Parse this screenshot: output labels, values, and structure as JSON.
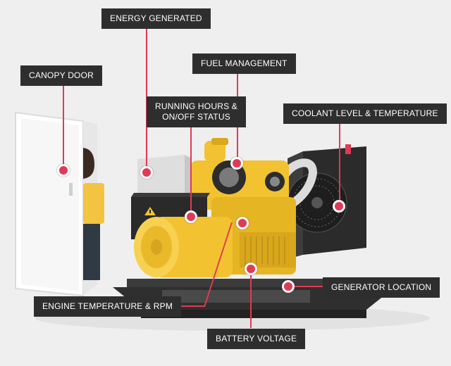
{
  "labels": {
    "energy_generated": "ENERGY GENERATED",
    "canopy_door": "CANOPY DOOR",
    "fuel_management": "FUEL MANAGEMENT",
    "running_hours_line1": "RUNNING HOURS &",
    "running_hours_line2": "ON/OFF STATUS",
    "coolant": "COOLANT LEVEL & TEMPERATURE",
    "generator_location": "GENERATOR LOCATION",
    "engine_temperature": "ENGINE TEMPERATURE & RPM",
    "battery_voltage": "BATTERY VOLTAGE"
  },
  "colors": {
    "label_bg": "#2e2e2e",
    "accent": "#e03a55",
    "generator_yellow": "#f2c230",
    "background": "#efefef"
  },
  "icons": {
    "warning": "warning-triangle-icon"
  }
}
